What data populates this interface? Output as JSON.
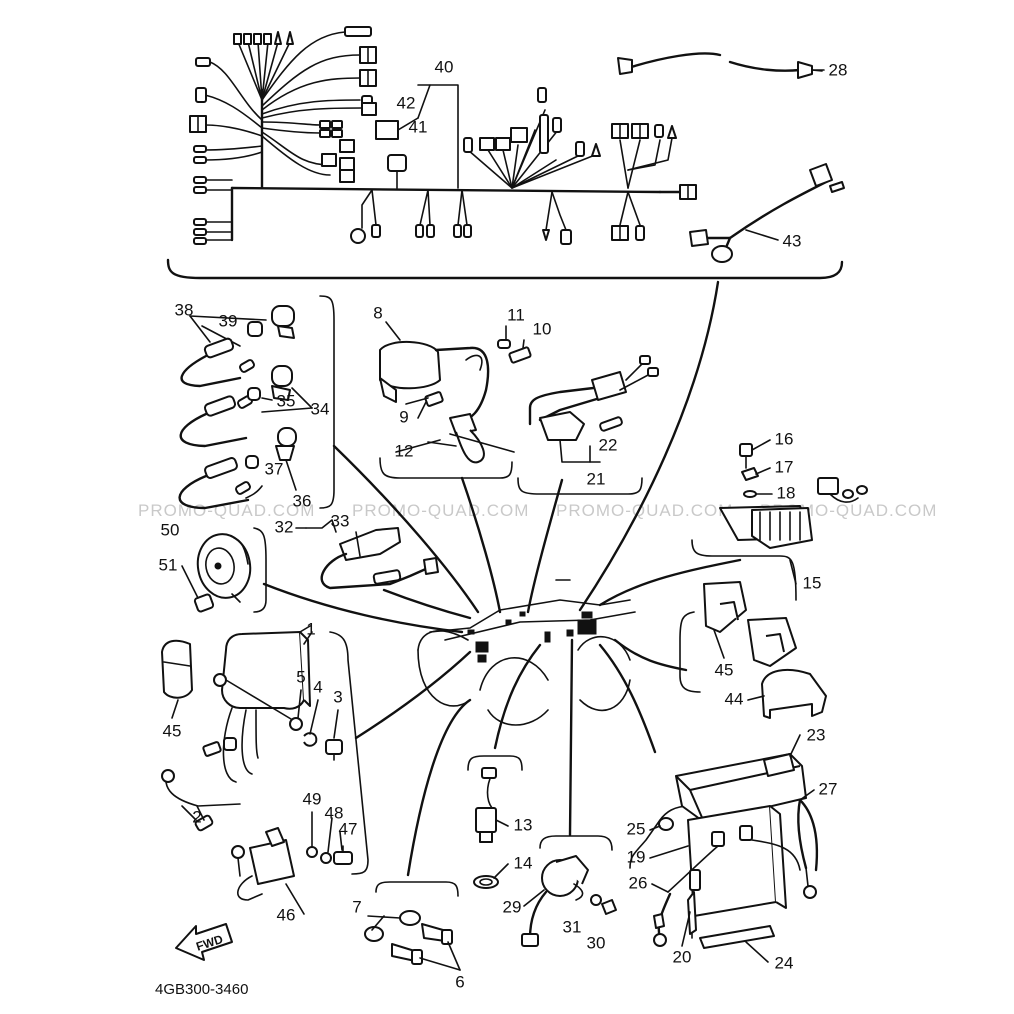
{
  "diagram": {
    "part_code": "4GB300-3460",
    "watermark": "PROMO-QUAD.COM",
    "fwd_label": "FWD",
    "callouts": {
      "c1": "1",
      "c2": "2",
      "c3": "3",
      "c4": "4",
      "c5": "5",
      "c6": "6",
      "c7": "7",
      "c8": "8",
      "c9": "9",
      "c10": "10",
      "c11": "11",
      "c12": "12",
      "c13": "13",
      "c14": "14",
      "c15": "15",
      "c16": "16",
      "c17": "17",
      "c18": "18",
      "c19": "19",
      "c20": "20",
      "c21": "21",
      "c22": "22",
      "c23": "23",
      "c24": "24",
      "c25": "25",
      "c26": "26",
      "c27": "27",
      "c28": "28",
      "c29": "29",
      "c30": "30",
      "c31": "31",
      "c32": "32",
      "c33": "33",
      "c34": "34",
      "c35": "35",
      "c36": "36",
      "c37": "37",
      "c38": "38",
      "c39": "39",
      "c40": "40",
      "c41": "41",
      "c42": "42",
      "c43": "43",
      "c44": "44",
      "c45a": "45",
      "c45b": "45",
      "c46": "46",
      "c47": "47",
      "c48": "48",
      "c49": "49",
      "c50": "50",
      "c51": "51"
    }
  }
}
